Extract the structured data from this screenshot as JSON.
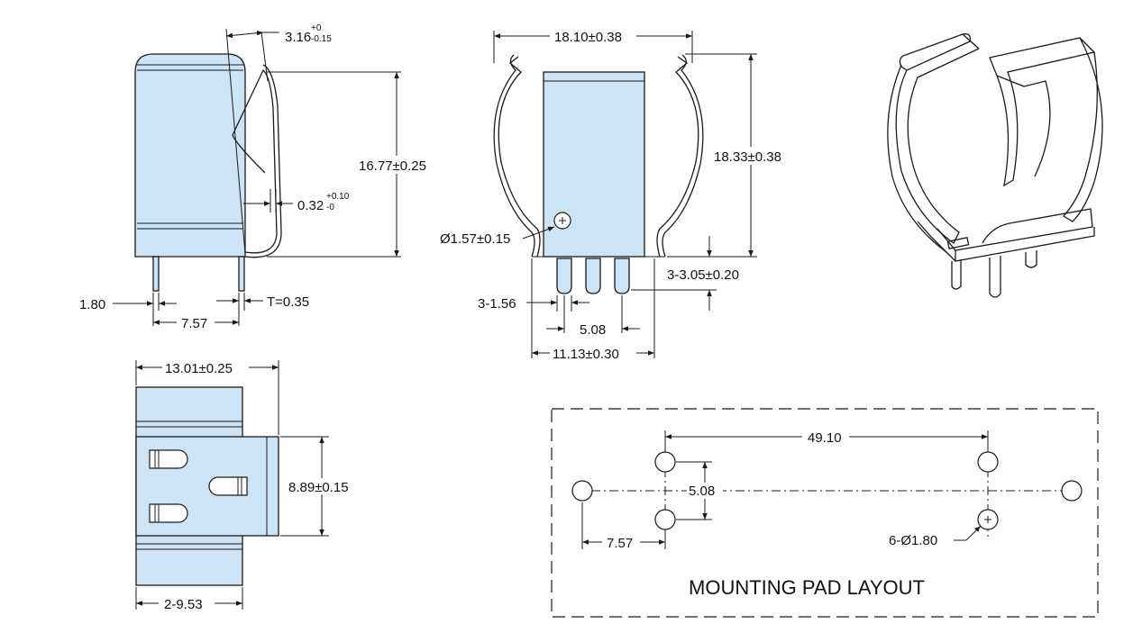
{
  "drawing": {
    "side_view": {
      "dim_clip_width_main": "3.16",
      "dim_clip_width_tol_upper": "+0",
      "dim_clip_width_tol_lower": "-0.15",
      "dim_height": "16.77±0.25",
      "dim_gap_main": "0.32",
      "dim_gap_tol_upper": "+0.10",
      "dim_gap_tol_lower": "-0",
      "dim_pin_left": "1.80",
      "dim_pin_pitch": "7.57",
      "dim_thickness": "T=0.35"
    },
    "front_view": {
      "dim_width": "18.10±0.38",
      "dim_height": "18.33±0.38",
      "dim_hole": "Ø1.57±0.15",
      "dim_pin_len": "3-3.05±0.20",
      "dim_pin_width": "3-1.56",
      "dim_pin_pitch": "5.08",
      "dim_base_width": "11.13±0.30"
    },
    "bottom_view": {
      "dim_width": "13.01±0.25",
      "dim_tab_height": "8.89±0.15",
      "dim_bottom": "2-9.53"
    },
    "pad_layout": {
      "title": "MOUNTING PAD LAYOUT",
      "dim_span": "49.10",
      "dim_pitch": "5.08",
      "dim_offset": "7.57",
      "dim_holes": "6-Ø1.80"
    }
  }
}
